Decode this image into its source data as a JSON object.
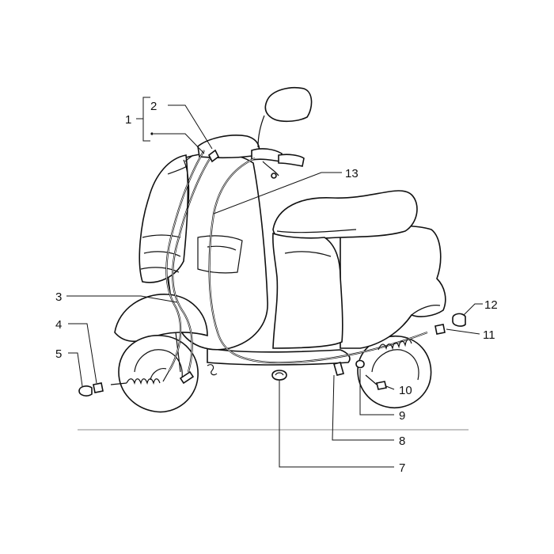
{
  "callouts": [
    {
      "id": "c1",
      "label": "1"
    },
    {
      "id": "c2",
      "label": "2"
    },
    {
      "id": "c3",
      "label": "3"
    },
    {
      "id": "c4",
      "label": "4"
    },
    {
      "id": "c5",
      "label": "5"
    },
    {
      "id": "c7",
      "label": "7"
    },
    {
      "id": "c8",
      "label": "8"
    },
    {
      "id": "c9",
      "label": "9"
    },
    {
      "id": "c10",
      "label": "10"
    },
    {
      "id": "c11",
      "label": "11"
    },
    {
      "id": "c12",
      "label": "12"
    },
    {
      "id": "c13",
      "label": "13"
    }
  ]
}
